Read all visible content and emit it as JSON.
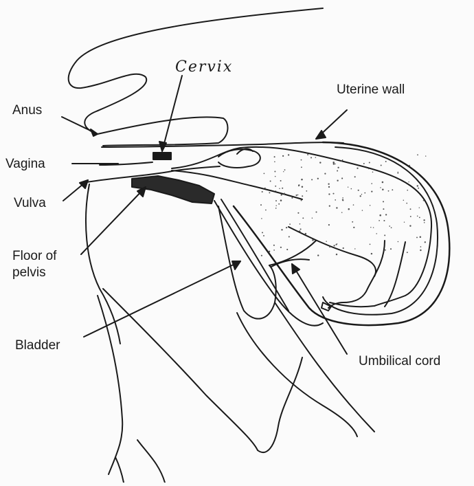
{
  "labels": {
    "anus": "Anus",
    "vagina": "Vagina",
    "vulva": "Vulva",
    "floor_of_pelvis_line1": "Floor of",
    "floor_of_pelvis_line2": "pelvis",
    "bladder": "Bladder",
    "cervix": "Cervix",
    "uterine_wall": "Uterine wall",
    "umbilical_cord": "Umbilical cord"
  },
  "colors": {
    "ink": "#1a1a1a",
    "background": "#fbfbfb",
    "shading": "#555555"
  }
}
